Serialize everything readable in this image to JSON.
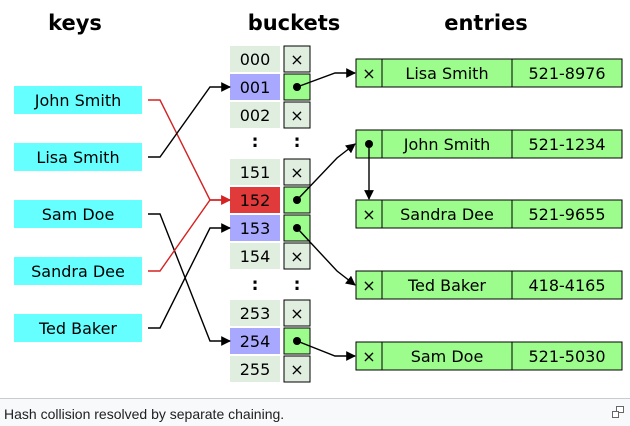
{
  "headings": {
    "keys": "keys",
    "buckets": "buckets",
    "entries": "entries"
  },
  "keys": [
    "John Smith",
    "Lisa Smith",
    "Sam Doe",
    "Sandra Dee",
    "Ted Baker"
  ],
  "buckets": [
    "000",
    "001",
    "002",
    "151",
    "152",
    "153",
    "154",
    "253",
    "254",
    "255"
  ],
  "ellipsis": ":",
  "null_marker": "×",
  "entries": [
    {
      "name": "Lisa Smith",
      "phone": "521-8976"
    },
    {
      "name": "John Smith",
      "phone": "521-1234"
    },
    {
      "name": "Sandra Dee",
      "phone": "521-9655"
    },
    {
      "name": "Ted Baker",
      "phone": "418-4165"
    },
    {
      "name": "Sam Doe",
      "phone": "521-5030"
    }
  ],
  "caption": "Hash collision resolved by separate chaining.",
  "colors": {
    "key_fill": "#66ffff",
    "bucket_fill": "#e0eee0",
    "bucket_used": "#a8a8ff",
    "bucket_collision": "#e03a3a",
    "entry_fill": "#9cfc8c",
    "pointer_cell": "#9cfc8c",
    "collision_line": "#d62222"
  }
}
